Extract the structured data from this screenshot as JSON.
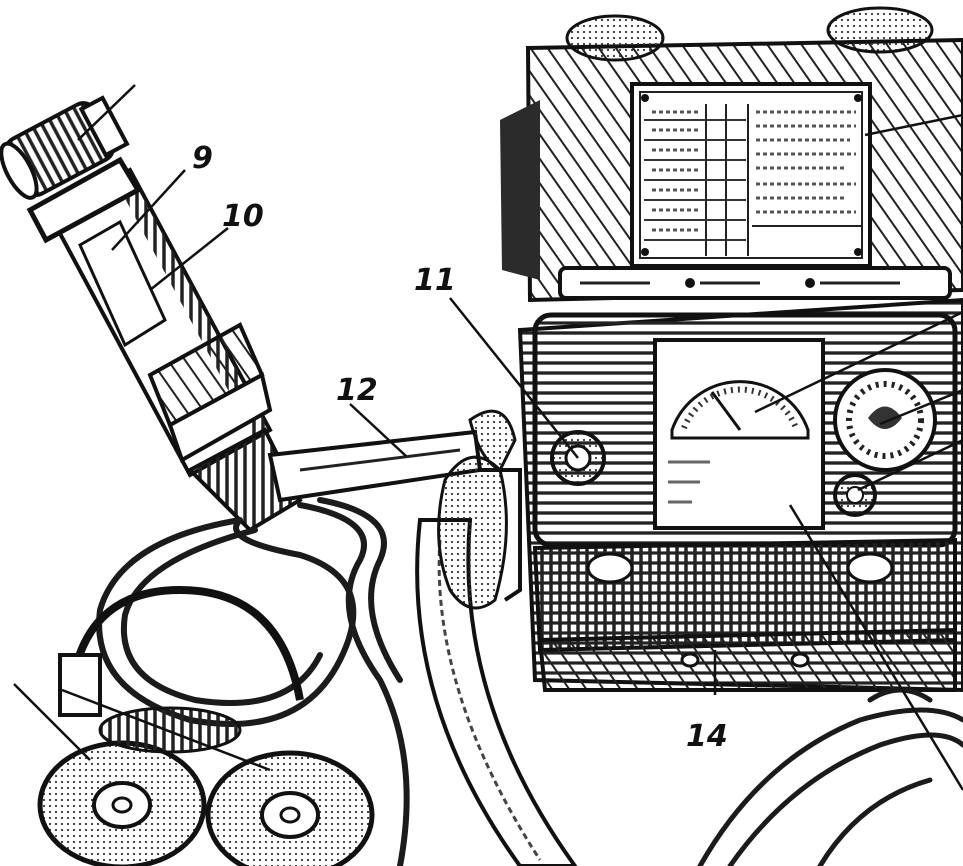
{
  "figure": {
    "callouts": [
      {
        "id": "9",
        "text": "9"
      },
      {
        "id": "10",
        "text": "10"
      },
      {
        "id": "11",
        "text": "11"
      },
      {
        "id": "12",
        "text": "12"
      },
      {
        "id": "14",
        "text": "14"
      }
    ]
  }
}
